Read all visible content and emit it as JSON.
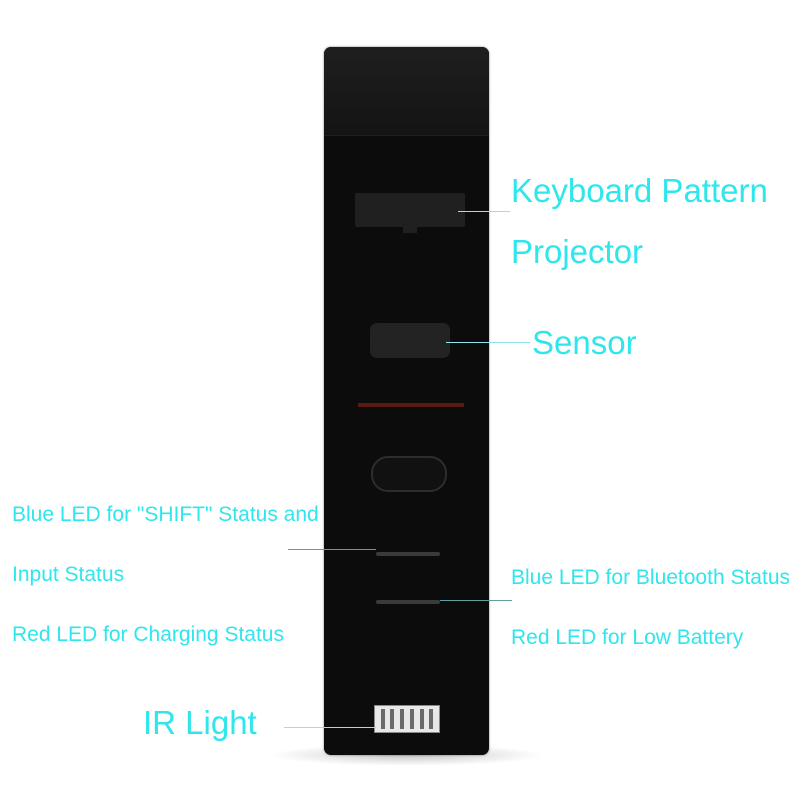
{
  "colors": {
    "label": "#2ee6ec",
    "device_body": "#0c0c0c",
    "red_strip": "#5a1a10"
  },
  "labels": {
    "projector_line1": "Keyboard Pattern",
    "projector_line2": "Projector",
    "sensor": "Sensor",
    "shift_line1": "Blue LED for \"SHIFT\" Status and",
    "shift_line2": "Input Status",
    "charging": "Red LED for Charging Status",
    "bluetooth": "Blue LED for Bluetooth Status",
    "low_battery": "Red LED for Low Battery",
    "ir": "IR Light"
  }
}
